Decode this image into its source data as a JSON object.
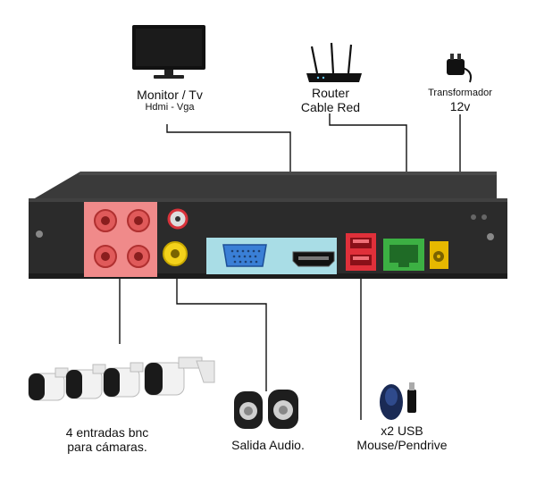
{
  "labels": {
    "monitor": {
      "line1": "Monitor / Tv",
      "line2": "Hdmi - Vga"
    },
    "router": {
      "line1": "Router",
      "line2": "Cable Red"
    },
    "power": {
      "line1": "Transformador",
      "line2": "12v"
    },
    "cameras": {
      "line1": "4 entradas bnc",
      "line2": "para cámaras."
    },
    "audio": {
      "line1": "Salida Audio."
    },
    "usb": {
      "line1": "x2 USB",
      "line2": "Mouse/Pendrive"
    }
  },
  "colors": {
    "bnc_highlight": "#f08a8a",
    "video_highlight": "#a9dde6",
    "usb_port": "#e0303a",
    "lan_port": "#3cb043",
    "dc_port": "#e6b800",
    "rca_yellow": "#f4d21b",
    "rca_red": "#d8323a",
    "vga_blue": "#3a7fd6",
    "dvr_body": "#2b2b2b"
  },
  "icons": [
    "monitor-icon",
    "router-icon",
    "power-adapter-icon",
    "camera-icon",
    "speaker-icon",
    "mouse-icon",
    "usb-drive-icon"
  ]
}
